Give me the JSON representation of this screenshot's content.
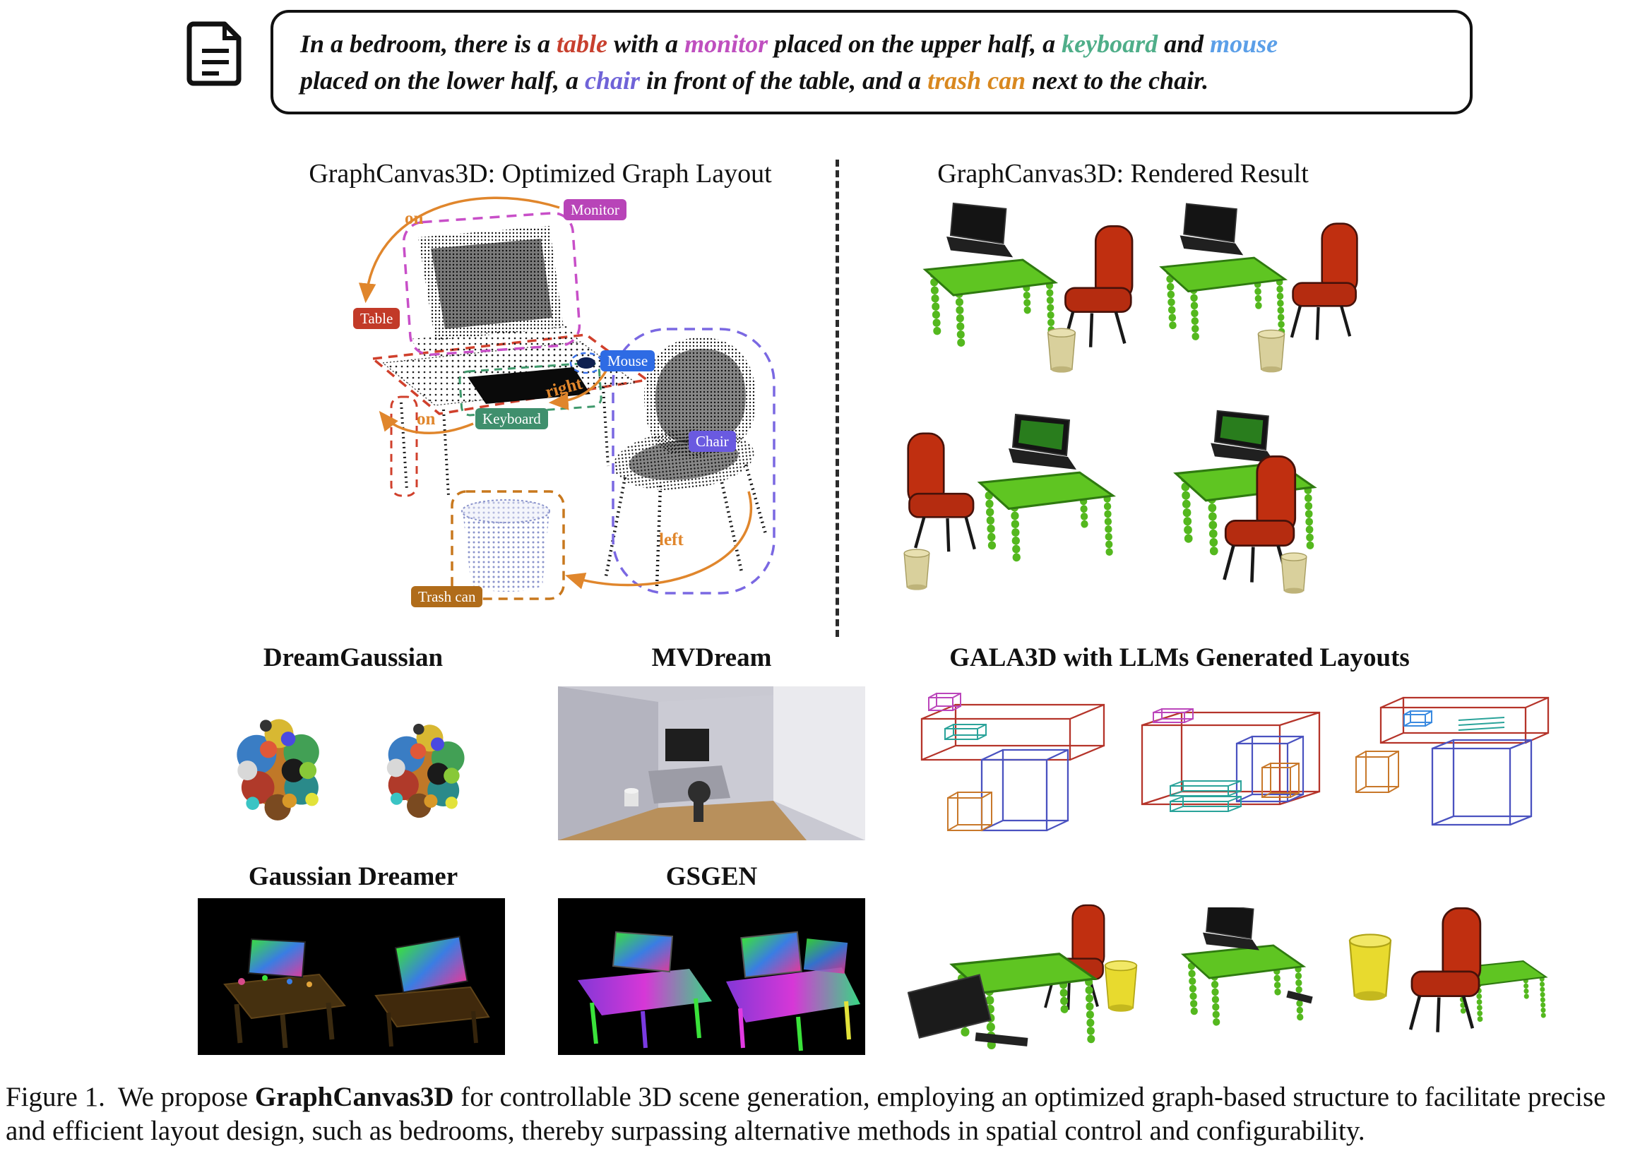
{
  "prompt": {
    "line1": [
      {
        "text": "In a bedroom, there is a ",
        "color": "#111111"
      },
      {
        "text": "table",
        "color": "#c8402e"
      },
      {
        "text": " with a ",
        "color": "#111111"
      },
      {
        "text": "monitor",
        "color": "#bf4fbf"
      },
      {
        "text": " placed on the upper half, a ",
        "color": "#111111"
      },
      {
        "text": "keyboard",
        "color": "#4fae89"
      },
      {
        "text": " and ",
        "color": "#111111"
      },
      {
        "text": "mouse",
        "color": "#5b9fe8"
      }
    ],
    "line2": [
      {
        "text": "placed on the lower half, a ",
        "color": "#111111"
      },
      {
        "text": "chair",
        "color": "#6f63d8"
      },
      {
        "text": " in front of the table, and a ",
        "color": "#111111"
      },
      {
        "text": "trash can",
        "color": "#d9881f"
      },
      {
        "text": " next to the chair.",
        "color": "#111111"
      }
    ]
  },
  "panels": {
    "graph_title": "GraphCanvas3D: Optimized Graph Layout",
    "render_title": "GraphCanvas3D: Rendered Result",
    "dreamgaussian_title": "DreamGaussian",
    "mvdream_title": "MVDream",
    "gala3d_title": "GALA3D with LLMs Generated Layouts",
    "gaussian_dreamer_title": "Gaussian Dreamer",
    "gsgen_title": "GSGEN"
  },
  "graph": {
    "nodes": [
      {
        "label": "Monitor",
        "color": "#b844b8"
      },
      {
        "label": "Table",
        "color": "#c23a28"
      },
      {
        "label": "Mouse",
        "color": "#2e6be4"
      },
      {
        "label": "Keyboard",
        "color": "#3f8f6d"
      },
      {
        "label": "Chair",
        "color": "#6a5ae0"
      },
      {
        "label": "Trash can",
        "color": "#b06c1a"
      }
    ],
    "relations": [
      {
        "label": "on"
      },
      {
        "label": "on"
      },
      {
        "label": "right"
      },
      {
        "label": "left"
      }
    ],
    "relation_color": "#e0862c"
  },
  "caption": {
    "figure_label": "Figure 1.",
    "text_before_bold": "We propose ",
    "bold_term": "GraphCanvas3D",
    "text_after_bold": " for controllable 3D scene generation, employing an optimized graph-based structure to facilitate precise and efficient layout design, such as bedrooms, thereby surpassing alternative methods in spatial control and configurability."
  }
}
